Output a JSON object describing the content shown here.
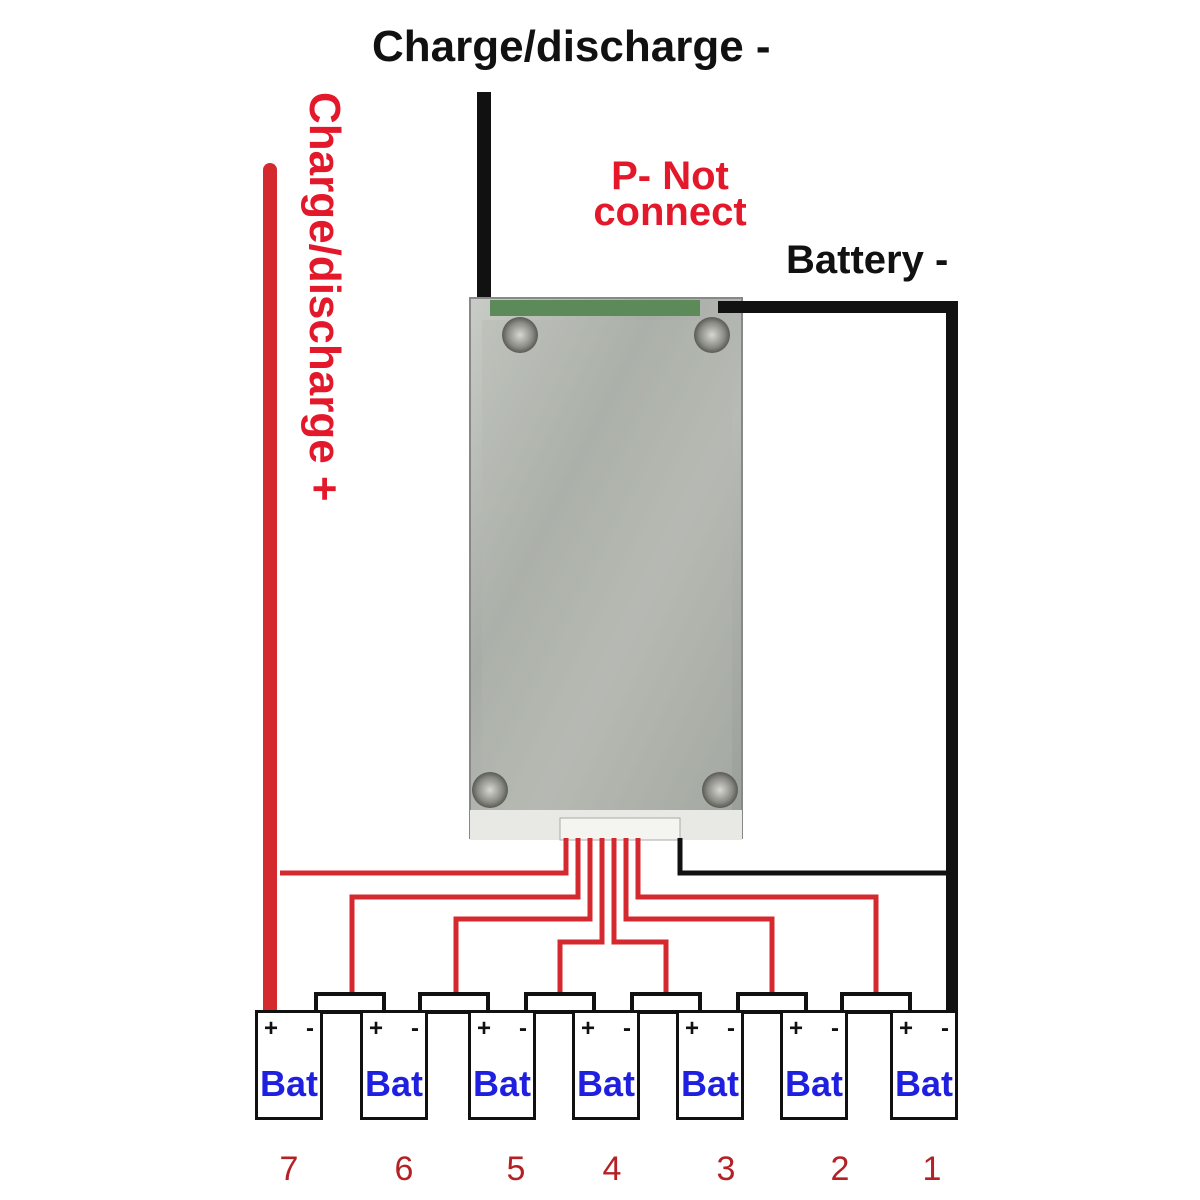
{
  "labels": {
    "charge_discharge_neg": "Charge/discharge -",
    "p_not_connect_line1": "P- Not",
    "p_not_connect_line2": "connect",
    "battery_neg": "Battery -",
    "charge_discharge_pos": "Charge/discharge +"
  },
  "batteries": [
    {
      "number": "7",
      "text": "Bat",
      "plus": "+",
      "minus": "-"
    },
    {
      "number": "6",
      "text": "Bat",
      "plus": "+",
      "minus": "-"
    },
    {
      "number": "5",
      "text": "Bat",
      "plus": "+",
      "minus": "-"
    },
    {
      "number": "4",
      "text": "Bat",
      "plus": "+",
      "minus": "-"
    },
    {
      "number": "3",
      "text": "Bat",
      "plus": "+",
      "minus": "-"
    },
    {
      "number": "2",
      "text": "Bat",
      "plus": "+",
      "minus": "-"
    },
    {
      "number": "1",
      "text": "Bat",
      "plus": "+",
      "minus": "-"
    }
  ],
  "colors": {
    "wire_red": "#d42a2f",
    "wire_black": "#111111",
    "label_red": "#e3192b",
    "battery_text": "#1f1fe0",
    "number_red": "#b52025"
  }
}
